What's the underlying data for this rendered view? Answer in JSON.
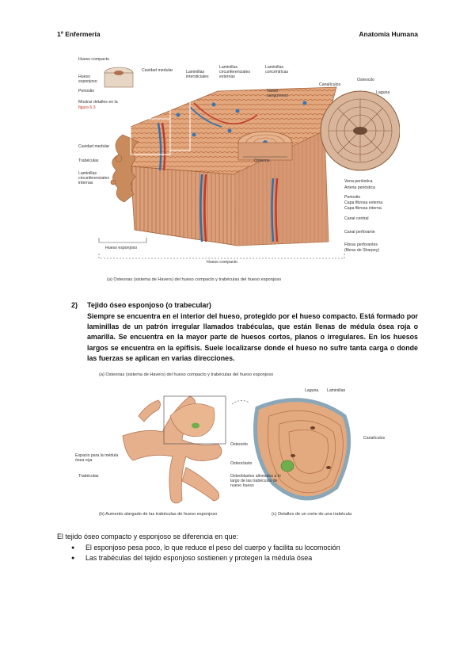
{
  "header": {
    "left": "1º Enfermería",
    "right": "Anatomía Humana"
  },
  "figure1": {
    "labels_left": [
      "Hueso compacto",
      "Hueso esponjoso",
      "Periostio",
      "Mostrar detalles en la",
      "figura 6.3",
      "Cavidad medular",
      "Trabéculas",
      "Laminillas circunferenciales internas"
    ],
    "labels_top": [
      "Cavidad medular",
      "Laminillas intersticiales",
      "Laminillas circunferenciales externas",
      "Laminillas concéntricas",
      "Vasos sanguíneos",
      "Canalículos",
      "Osteocito",
      "Laguna"
    ],
    "labels_right": [
      "Vena perióstica",
      "Arteria perióstica",
      "Periostio",
      "Capa fibrosa externa",
      "Capa fibrosa interna",
      "Canal central",
      "Canal perforante",
      "Fibras perforantes",
      "(fibras de Sharpey)"
    ],
    "labels_center": [
      "Osteona"
    ],
    "labels_bottom": [
      "Hueso esponjoso",
      "Hueso compacto"
    ],
    "caption": "(a) Osteonas (sistema de Havers) del hueso compacto y trabéculas del hueso esponjoso"
  },
  "section": {
    "number": "2)",
    "title": "Tejido óseo esponjoso (o trabecular)",
    "body": "Siempre se encuentra en el interior del hueso, protegido por el hueso compacto. Está formado por laminillas de un patrón irregular llamados trabéculas, que están llenas de médula ósea roja o amarilla. Se encuentra en la mayor parte de huesos cortos, planos o irregulares. En los huesos largos se encuentra en la epífisis. Suele localizarse donde el hueso no sufre tanta carga o donde las fuerzas se aplican en varias direcciones."
  },
  "figure2": {
    "title": "(a) Osteonas (sistema de Havers) del hueso compacto y trabéculas del hueso esponjoso",
    "labels_left": [
      "Espacio para la médula ósea roja",
      "Trabéculas"
    ],
    "labels_right": [
      "Laguna",
      "Laminillas",
      "Osteocito",
      "Canalículos",
      "Osteoclasto",
      "Osteoblastos alineados a lo largo de las trabéculas de nuevo hueso"
    ],
    "caption_left": "(b) Aumento alargado de las trabéculas de hueso esponjoso",
    "caption_right": "(c) Detalles de un corte de una trabécula"
  },
  "differences": {
    "intro": "El tejido óseo compacto y esponjoso se diferencia en que:",
    "items": [
      "El esponjoso pesa poco, lo que reduce el peso del cuerpo y facilita su locomoción",
      "Las trabéculas del tejido esponjoso sostienen y protegen la médula ósea"
    ]
  }
}
